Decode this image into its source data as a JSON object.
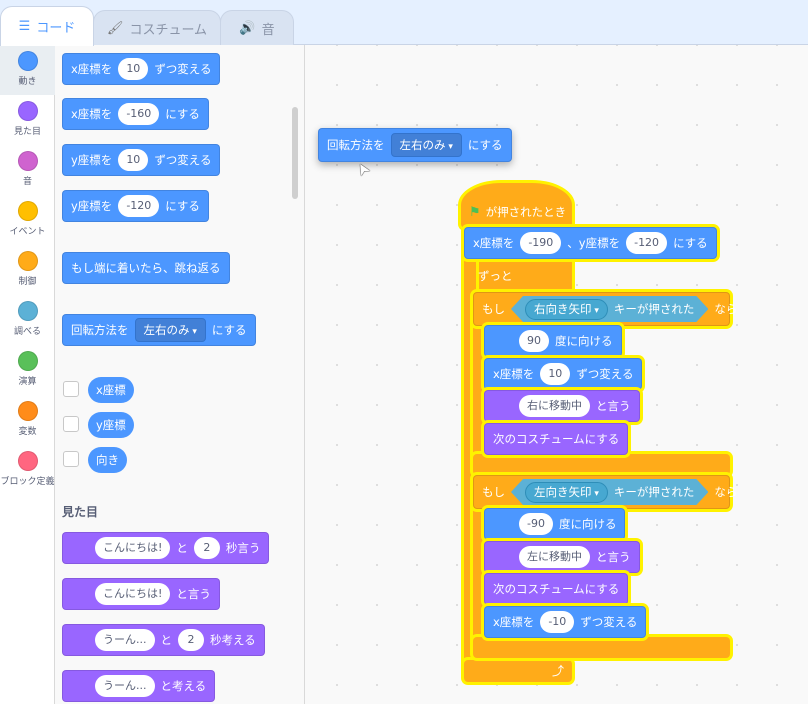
{
  "tabs": [
    {
      "label": "コード",
      "icon": "code-icon"
    },
    {
      "label": "コスチューム",
      "icon": "brush-icon"
    },
    {
      "label": "音",
      "icon": "speaker-icon"
    }
  ],
  "categories": [
    {
      "label": "動き",
      "color": "#4c97ff"
    },
    {
      "label": "見た目",
      "color": "#9966ff"
    },
    {
      "label": "音",
      "color": "#cf63cf"
    },
    {
      "label": "イベント",
      "color": "#ffbf00"
    },
    {
      "label": "制御",
      "color": "#ffab19"
    },
    {
      "label": "調べる",
      "color": "#5cb1d6"
    },
    {
      "label": "演算",
      "color": "#59c059"
    },
    {
      "label": "変数",
      "color": "#ff8c1a"
    },
    {
      "label": "ブロック定義",
      "color": "#ff6680"
    }
  ],
  "palette": {
    "motion_blocks": [
      {
        "parts": [
          {
            "text": "x座標を"
          },
          {
            "field": "10"
          },
          {
            "text": "ずつ変える"
          }
        ]
      },
      {
        "parts": [
          {
            "text": "x座標を"
          },
          {
            "field": "-160"
          },
          {
            "text": "にする"
          }
        ]
      },
      {
        "parts": [
          {
            "text": "y座標を"
          },
          {
            "field": "10"
          },
          {
            "text": "ずつ変える"
          }
        ]
      },
      {
        "parts": [
          {
            "text": "y座標を"
          },
          {
            "field": "-120"
          },
          {
            "text": "にする"
          }
        ]
      },
      {
        "parts": [
          {
            "text": "もし端に着いたら、跳ね返る"
          }
        ]
      },
      {
        "parts": [
          {
            "text": "回転方法を"
          },
          {
            "menu": "左右のみ"
          },
          {
            "text": "にする"
          }
        ]
      }
    ],
    "reporters": [
      {
        "label": "x座標"
      },
      {
        "label": "y座標"
      },
      {
        "label": "向き"
      }
    ],
    "looks_heading": "見た目",
    "looks_blocks": [
      {
        "parts": [
          {
            "field": "こんにちは!"
          },
          {
            "text": "と"
          },
          {
            "field": "2"
          },
          {
            "text": "秒言う"
          }
        ]
      },
      {
        "parts": [
          {
            "field": "こんにちは!"
          },
          {
            "text": "と言う"
          }
        ]
      },
      {
        "parts": [
          {
            "field": "うーん..."
          },
          {
            "text": "と"
          },
          {
            "field": "2"
          },
          {
            "text": "秒考える"
          }
        ]
      },
      {
        "parts": [
          {
            "field": "うーん..."
          },
          {
            "text": "と考える"
          }
        ]
      }
    ]
  },
  "script": {
    "hat": {
      "label": "が押されたとき",
      "flag_color": "#4cbf56"
    },
    "goto": {
      "parts": [
        {
          "text": "x座標を"
        },
        {
          "field": "-190"
        },
        {
          "text": "、y座標を"
        },
        {
          "field": "-120"
        },
        {
          "text": "にする"
        }
      ]
    },
    "forever_label": "ずっと",
    "ifs": [
      {
        "if_label": "もし",
        "key": "右向き矢印",
        "cond_label": "キーが押された",
        "then_label": "なら",
        "body": [
          {
            "cat": "motion",
            "indent": true,
            "parts": [
              {
                "field": "90"
              },
              {
                "text": "度に向ける"
              }
            ]
          },
          {
            "cat": "motion",
            "parts": [
              {
                "text": "x座標を"
              },
              {
                "field": "10"
              },
              {
                "text": "ずつ変える"
              }
            ]
          },
          {
            "cat": "looks",
            "indent": true,
            "parts": [
              {
                "field": "右に移動中"
              },
              {
                "text": "と言う"
              }
            ]
          },
          {
            "cat": "looks",
            "parts": [
              {
                "text": "次のコスチュームにする"
              }
            ]
          }
        ]
      },
      {
        "if_label": "もし",
        "key": "左向き矢印",
        "cond_label": "キーが押された",
        "then_label": "なら",
        "body": [
          {
            "cat": "motion",
            "indent": true,
            "parts": [
              {
                "field": "-90"
              },
              {
                "text": "度に向ける"
              }
            ]
          },
          {
            "cat": "looks",
            "indent": true,
            "parts": [
              {
                "field": "左に移動中"
              },
              {
                "text": "と言う"
              }
            ]
          },
          {
            "cat": "looks",
            "parts": [
              {
                "text": "次のコスチュームにする"
              }
            ]
          },
          {
            "cat": "motion",
            "parts": [
              {
                "text": "x座標を"
              },
              {
                "field": "-10"
              },
              {
                "text": "ずつ変える"
              }
            ]
          }
        ]
      }
    ]
  },
  "dragged": {
    "parts": [
      {
        "text": "回転方法を"
      },
      {
        "menu": "左右のみ"
      },
      {
        "text": "にする"
      }
    ]
  }
}
